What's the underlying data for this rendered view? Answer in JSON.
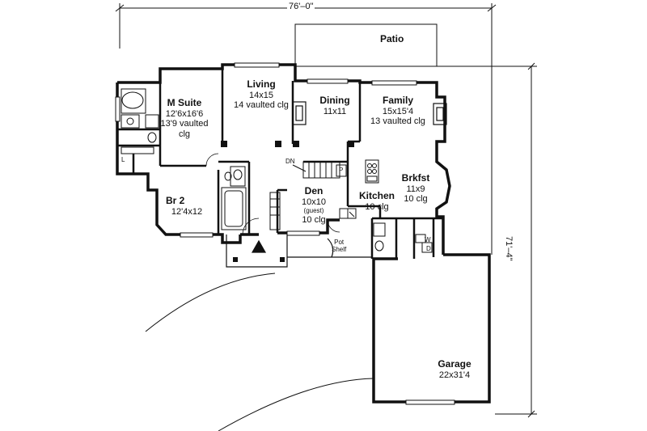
{
  "dimensions": {
    "overall_width": "76'–0\"",
    "overall_depth": "71'–4\""
  },
  "rooms": {
    "patio": {
      "name": "Patio"
    },
    "living": {
      "name": "Living",
      "size": "14x15",
      "note": "14 vaulted clg"
    },
    "dining": {
      "name": "Dining",
      "size": "11x11"
    },
    "family": {
      "name": "Family",
      "size": "15x15'4",
      "note": "13 vaulted clg"
    },
    "m_suite": {
      "name": "M Suite",
      "size": "12'6x16'6",
      "note": "13'9 vaulted",
      "note2": "clg"
    },
    "br2": {
      "name": "Br 2",
      "size": "12'4x12"
    },
    "den": {
      "name": "Den",
      "size": "10x10",
      "guest": "(guest)",
      "note": "10 clg"
    },
    "kitchen": {
      "name": "Kitchen",
      "note": "10 clg"
    },
    "brkfst": {
      "name": "Brkfst",
      "size": "11x9",
      "note": "10 clg"
    },
    "garage": {
      "name": "Garage",
      "size": "22x31'4"
    }
  },
  "annotations": {
    "stair_down": "DN",
    "pot_shelf": "Pot",
    "pot_shelf2": "Shelf",
    "pantry": "P",
    "washer": "W",
    "dryer": "D",
    "linen": "L"
  }
}
